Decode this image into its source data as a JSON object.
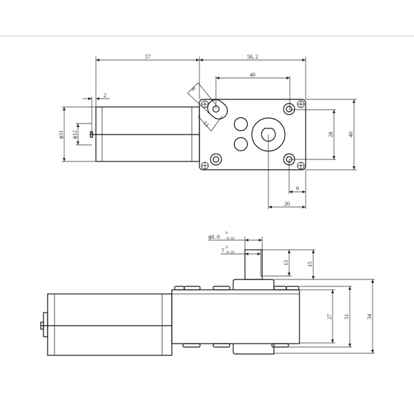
{
  "drawing": {
    "top_view": {
      "dims": {
        "motor_length": "57",
        "gearbox_length": "58, 2",
        "hole_spacing_x": "40",
        "slot_width": "8",
        "slot_length": "13",
        "endcap_thickness": "2",
        "motor_diameter": "ϕ31",
        "boss_diameter": "ϕ12",
        "hole_spacing_y": "28",
        "gearbox_height": "40",
        "hole_offset": "9",
        "shaft_offset": "20"
      }
    },
    "side_view": {
      "dims": {
        "shaft_diameter": "ϕ8. 0",
        "shaft_diameter_tol_upper": "0",
        "shaft_diameter_tol_lower": "-0. 02",
        "flat_width": "7",
        "flat_tol_upper": "0",
        "flat_tol_lower": "-0. 05",
        "flat_length": "13",
        "shaft_length": "15",
        "body_27": "27",
        "body_31": "31",
        "body_34": "34"
      }
    },
    "colors": {
      "line": "#111111",
      "background": "#ffffff",
      "rule": "#cccccc"
    }
  }
}
